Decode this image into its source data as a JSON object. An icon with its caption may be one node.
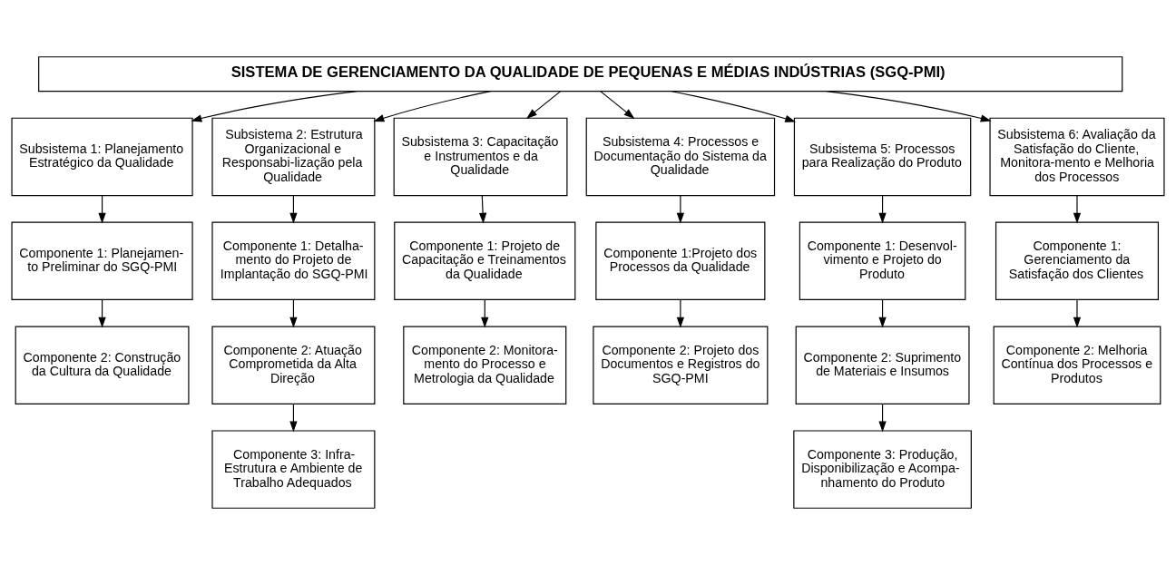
{
  "diagram": {
    "nodes": [
      {
        "text": [
          "SISTEMA DE GERENCIAMENTO DA QUALIDADE DE PEQUENAS E MÉDIAS INDÚSTRIAS (SGQ-PMI)"
        ]
      },
      {
        "text": [
          "Subsistema 1: Planejamento Estratégico da Qualidade"
        ]
      },
      {
        "text": [
          "Componente 1: Planejamen-to Preliminar do SGQ-PMI"
        ]
      },
      {
        "text": [
          "Componente 2: Construção da Cultura da Qualidade"
        ]
      },
      {
        "text": [
          "Subsistema 2: Estrutura Organizacional e Responsabi-lização pela Qualidade"
        ]
      },
      {
        "text": [
          "Componente 1: Detalha-mento do Projeto de Implantação do SGQ-PMI"
        ]
      },
      {
        "text": [
          "Componente 2: Atuação Comprometida da Alta Direção"
        ]
      },
      {
        "text": [
          "Componente 3: Infra-Estrutura e Ambiente de Trabalho Adequados"
        ]
      },
      {
        "text": [
          "Subsistema 3: Capacitação e Instrumentos e da Qualidade"
        ]
      },
      {
        "text": [
          "Componente 1: Projeto de Capacitação e Treinamentos da Qualidade"
        ]
      },
      {
        "text": [
          "Componente 2: Monitora-mento do Processo e Metrologia da Qualidade"
        ]
      },
      {
        "text": [
          "Subsistema 4: Processos e Documentação do Sistema da Qualidade"
        ]
      },
      {
        "text": [
          "Componente 1:Projeto dos Processos da Qualidade"
        ]
      },
      {
        "text": [
          "Componente 2: Projeto dos Documentos e Registros do SGQ-PMI"
        ]
      },
      {
        "text": [
          "Subsistema 5: Processos para Realização do Produto"
        ]
      },
      {
        "text": [
          "Componente 1: Desenvol-vimento e Projeto do Produto"
        ]
      },
      {
        "text": [
          "Componente 2: Suprimento de Materiais e Insumos"
        ]
      },
      {
        "text": [
          "Componente 3: Produção, Disponibilização e Acompa-nhamento do Produto"
        ]
      },
      {
        "text": [
          "Subsistema 6: Avaliação da Satisfação do Cliente, Monitora-mento e Melhoria dos Processos"
        ]
      },
      {
        "text": [
          "Componente 1: Gerenciamento da Satisfação dos Clientes"
        ]
      },
      {
        "text": [
          "Componente 2: Melhoria Contínua dos Processos e Produtos"
        ]
      }
    ],
    "edges": [
      {
        "from": 0,
        "to": 1,
        "arrow": "to"
      },
      {
        "from": 0,
        "to": 4,
        "arrow": "to"
      },
      {
        "from": 0,
        "to": 8,
        "arrow": "to"
      },
      {
        "from": 0,
        "to": 11,
        "arrow": "to"
      },
      {
        "from": 0,
        "to": 14,
        "arrow": "to"
      },
      {
        "from": 0,
        "to": 18,
        "arrow": "to"
      },
      {
        "from": 1,
        "to": 2,
        "arrow": "to"
      },
      {
        "from": 2,
        "to": 3,
        "arrow": "to"
      },
      {
        "from": 4,
        "to": 5,
        "arrow": "to"
      },
      {
        "from": 5,
        "to": 6,
        "arrow": "to"
      },
      {
        "from": 6,
        "to": 7,
        "arrow": "to"
      },
      {
        "from": 8,
        "to": 9,
        "arrow": "to"
      },
      {
        "from": 9,
        "to": 10,
        "arrow": "to"
      },
      {
        "from": 11,
        "to": 12,
        "arrow": "to"
      },
      {
        "from": 12,
        "to": 13,
        "arrow": "to"
      },
      {
        "from": 14,
        "to": 15,
        "arrow": "to"
      },
      {
        "from": 15,
        "to": 16,
        "arrow": "to"
      },
      {
        "from": 16,
        "to": 17,
        "arrow": "to"
      },
      {
        "from": 18,
        "to": 19,
        "arrow": "to"
      },
      {
        "from": 19,
        "to": 20,
        "arrow": "to"
      }
    ]
  }
}
